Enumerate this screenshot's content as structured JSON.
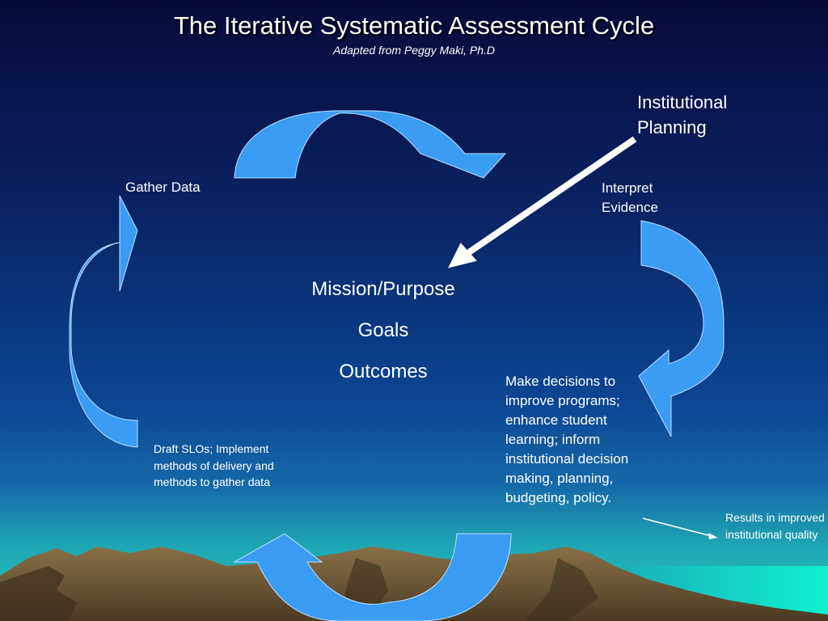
{
  "title": "The Iterative Systematic Assessment Cycle",
  "subtitle": "Adapted from Peggy Maki, Ph.D",
  "labels": {
    "institutional_planning_line1": "Institutional",
    "institutional_planning_line2": "Planning",
    "gather_data": "Gather Data",
    "interpret_evidence_line1": "Interpret",
    "interpret_evidence_line2": "Evidence",
    "make_decisions": "Make decisions to improve programs; enhance student learning; inform institutional decision making, planning, budgeting, policy.",
    "draft_slos": "Draft SLOs; Implement methods of delivery and methods to gather data",
    "results": "Results in improved institutional quality"
  },
  "center": {
    "line1": "Mission/Purpose",
    "line2": "Goals",
    "line3": "Outcomes"
  },
  "colors": {
    "sky_top": "#070b3a",
    "sky_mid": "#0b3f8a",
    "sea": "#18d6b6",
    "arrow_light": "#3aa0f5",
    "arrow_dark": "#2f7ed4",
    "mountain": "#6b5535"
  }
}
